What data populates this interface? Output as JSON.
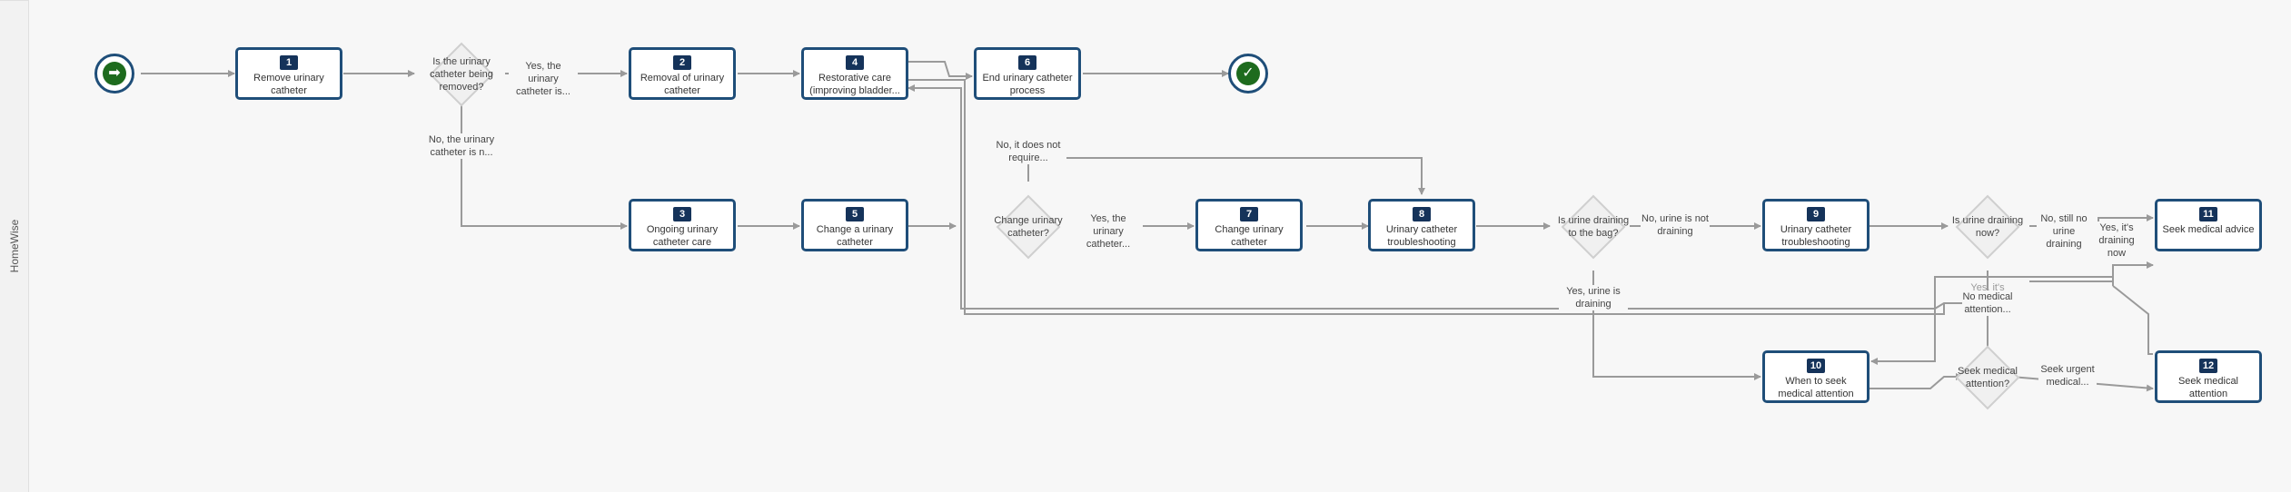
{
  "lane": {
    "label": "HomeWise"
  },
  "colors": {
    "task_border": "#1f4e79",
    "badge": "#15335a",
    "event_fill": "#1e6b1e",
    "connector": "#9a9a9a",
    "gateway_fill": "#f0f0f0"
  },
  "events": {
    "start": {
      "icon": "arrow-right-icon",
      "glyph": "➡"
    },
    "end": {
      "icon": "check-icon",
      "glyph": "✓"
    }
  },
  "tasks": {
    "t1": {
      "num": "1",
      "title": "Remove urinary catheter"
    },
    "t2": {
      "num": "2",
      "title": "Removal of urinary catheter"
    },
    "t3": {
      "num": "3",
      "title": "Ongoing urinary catheter care"
    },
    "t4": {
      "num": "4",
      "title": "Restorative care (improving bladder..."
    },
    "t5": {
      "num": "5",
      "title": "Change a urinary catheter"
    },
    "t6": {
      "num": "6",
      "title": "End urinary catheter process"
    },
    "t7": {
      "num": "7",
      "title": "Change urinary catheter"
    },
    "t8": {
      "num": "8",
      "title": "Urinary catheter troubleshooting"
    },
    "t9": {
      "num": "9",
      "title": "Urinary catheter troubleshooting"
    },
    "t10": {
      "num": "10",
      "title": "When to seek medical attention"
    },
    "t11": {
      "num": "11",
      "title": "Seek medical advice"
    },
    "t12": {
      "num": "12",
      "title": "Seek medical attention"
    }
  },
  "gateways": {
    "g1": {
      "label": "Is the urinary catheter being removed?"
    },
    "g2": {
      "label": "Change urinary catheter?"
    },
    "g3": {
      "label": "Is urine draining to the bag?"
    },
    "g4": {
      "label": "Is urine draining now?"
    },
    "g5": {
      "label": "Seek medical attention?"
    }
  },
  "edge_labels": {
    "g1_yes": "Yes, the urinary catheter is...",
    "g1_no": "No, the urinary catheter is n...",
    "g2_no": "No, it does not require...",
    "g2_yes": "Yes, the urinary catheter...",
    "g3_no": "No, urine is not draining",
    "g3_yes": "Yes, urine is draining",
    "g4_no": "No, still no urine draining",
    "g4_yes": "Yes, it's draining now",
    "g4_yes_dup": "Yes, it's draining now",
    "g5_no": "No medical attention...",
    "g5_yes": "Seek urgent medical..."
  }
}
